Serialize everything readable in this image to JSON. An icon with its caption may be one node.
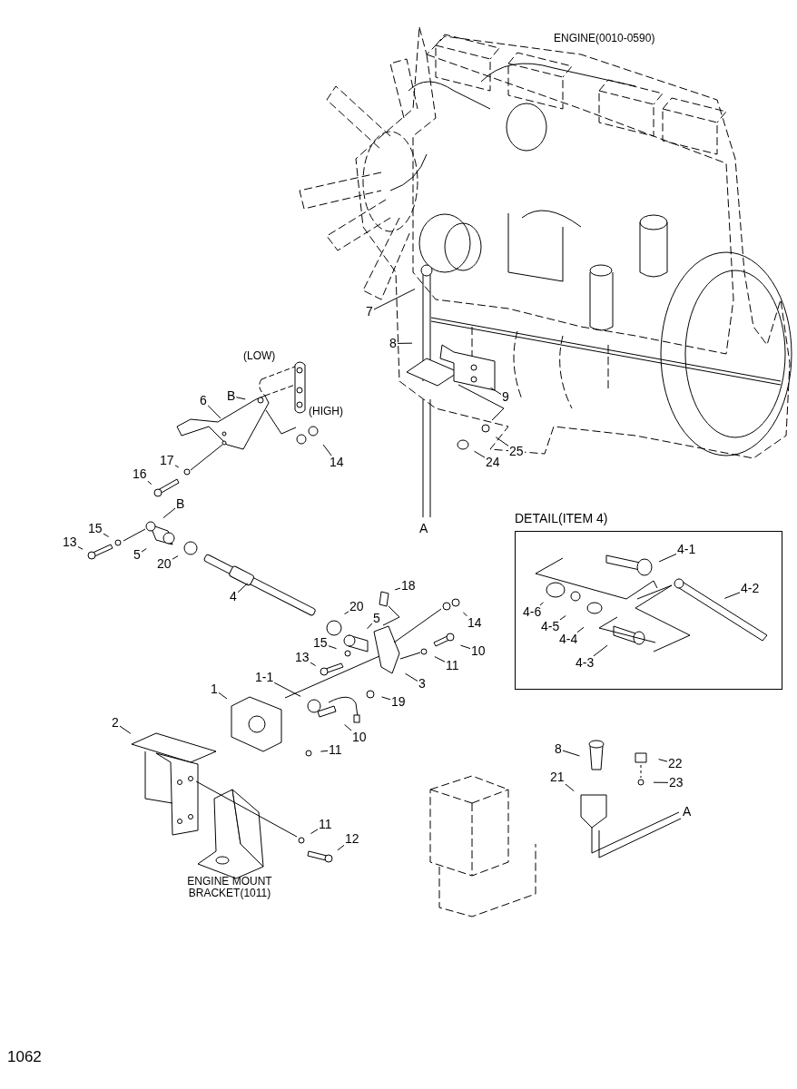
{
  "diagram": {
    "nodes": [
      {
        "text": [
          "7"
        ]
      },
      {
        "text": [
          "8"
        ]
      },
      {
        "text": [
          "9"
        ]
      },
      {
        "text": [
          "24"
        ]
      },
      {
        "text": [
          "25"
        ]
      },
      {
        "text": [
          "B"
        ]
      },
      {
        "text": [
          "6"
        ]
      },
      {
        "text": [
          "14"
        ]
      },
      {
        "text": [
          "17"
        ]
      },
      {
        "text": [
          "16"
        ]
      },
      {
        "text": [
          "B"
        ]
      },
      {
        "text": [
          "15"
        ]
      },
      {
        "text": [
          "13"
        ]
      },
      {
        "text": [
          "5"
        ]
      },
      {
        "text": [
          "20"
        ]
      },
      {
        "text": [
          "4"
        ]
      },
      {
        "text": [
          "18"
        ]
      },
      {
        "text": [
          "20"
        ]
      },
      {
        "text": [
          "14"
        ]
      },
      {
        "text": [
          "5"
        ]
      },
      {
        "text": [
          "15"
        ]
      },
      {
        "text": [
          "10"
        ]
      },
      {
        "text": [
          "13"
        ]
      },
      {
        "text": [
          "11"
        ]
      },
      {
        "text": [
          "1-1"
        ]
      },
      {
        "text": [
          "3"
        ]
      },
      {
        "text": [
          "1"
        ]
      },
      {
        "text": [
          "19"
        ]
      },
      {
        "text": [
          "10"
        ]
      },
      {
        "text": [
          "2"
        ]
      },
      {
        "text": [
          "11"
        ]
      },
      {
        "text": [
          "8"
        ]
      },
      {
        "text": [
          "22"
        ]
      },
      {
        "text": [
          "21"
        ]
      },
      {
        "text": [
          "23"
        ]
      },
      {
        "text": [
          "11"
        ]
      },
      {
        "text": [
          "12"
        ]
      },
      {
        "text": [
          "DETAIL(ITEM 4)"
        ]
      },
      {
        "text": [
          "4-1"
        ],
        "in": 37
      },
      {
        "text": [
          "4-2"
        ],
        "in": 37
      },
      {
        "text": [
          "4-6"
        ],
        "in": 37
      },
      {
        "text": [
          "4-5"
        ],
        "in": 37
      },
      {
        "text": [
          "4-4"
        ],
        "in": 37
      },
      {
        "text": [
          "4-3"
        ],
        "in": 37
      }
    ],
    "edges": [
      {
        "from": 0,
        "to": null,
        "arrow": "none"
      },
      {
        "from": 1,
        "to": null,
        "arrow": "none"
      },
      {
        "from": 2,
        "to": null,
        "arrow": "none"
      },
      {
        "from": 3,
        "to": null,
        "arrow": "none"
      },
      {
        "from": 4,
        "to": null,
        "arrow": "none"
      },
      {
        "from": 5,
        "to": null,
        "arrow": "none"
      },
      {
        "from": 6,
        "to": null,
        "arrow": "none"
      },
      {
        "from": 7,
        "to": null,
        "arrow": "none"
      },
      {
        "from": 8,
        "to": null,
        "arrow": "none"
      },
      {
        "from": 9,
        "to": null,
        "arrow": "none"
      },
      {
        "from": 10,
        "to": null,
        "arrow": "none"
      },
      {
        "from": 11,
        "to": null,
        "arrow": "none"
      },
      {
        "from": 12,
        "to": null,
        "arrow": "none"
      },
      {
        "from": 13,
        "to": null,
        "arrow": "none"
      },
      {
        "from": 14,
        "to": null,
        "arrow": "none"
      },
      {
        "from": 15,
        "to": null,
        "arrow": "none"
      },
      {
        "from": 16,
        "to": null,
        "arrow": "none"
      },
      {
        "from": 17,
        "to": null,
        "arrow": "none"
      },
      {
        "from": 18,
        "to": null,
        "arrow": "none"
      },
      {
        "from": 19,
        "to": null,
        "arrow": "none"
      },
      {
        "from": 20,
        "to": null,
        "arrow": "none"
      },
      {
        "from": 21,
        "to": null,
        "arrow": "none"
      },
      {
        "from": 22,
        "to": null,
        "arrow": "none"
      },
      {
        "from": 23,
        "to": null,
        "arrow": "none"
      },
      {
        "from": 24,
        "to": null,
        "arrow": "none"
      },
      {
        "from": 25,
        "to": null,
        "arrow": "none"
      },
      {
        "from": 26,
        "to": null,
        "arrow": "none"
      },
      {
        "from": 27,
        "to": null,
        "arrow": "none"
      },
      {
        "from": 28,
        "to": null,
        "arrow": "none"
      },
      {
        "from": 29,
        "to": null,
        "arrow": "none"
      },
      {
        "from": 30,
        "to": null,
        "arrow": "none"
      },
      {
        "from": 31,
        "to": null,
        "arrow": "none"
      },
      {
        "from": 32,
        "to": null,
        "arrow": "none"
      },
      {
        "from": 33,
        "to": null,
        "arrow": "none"
      },
      {
        "from": 34,
        "to": null,
        "arrow": "none"
      },
      {
        "from": 35,
        "to": null,
        "arrow": "none"
      },
      {
        "from": 36,
        "to": null,
        "arrow": "none"
      },
      {
        "from": 38,
        "to": null,
        "arrow": "none"
      },
      {
        "from": 39,
        "to": null,
        "arrow": "none"
      },
      {
        "from": 40,
        "to": null,
        "arrow": "none"
      },
      {
        "from": 41,
        "to": null,
        "arrow": "none"
      },
      {
        "from": 42,
        "to": null,
        "arrow": "none"
      },
      {
        "from": 43,
        "to": null,
        "arrow": "none"
      }
    ],
    "labels": [
      "ENGINE(0010-0590)",
      "(LOW)",
      "(HIGH)",
      "A",
      "A",
      "ENGINE MOUNT BRACKET(1011)",
      "1062"
    ]
  }
}
